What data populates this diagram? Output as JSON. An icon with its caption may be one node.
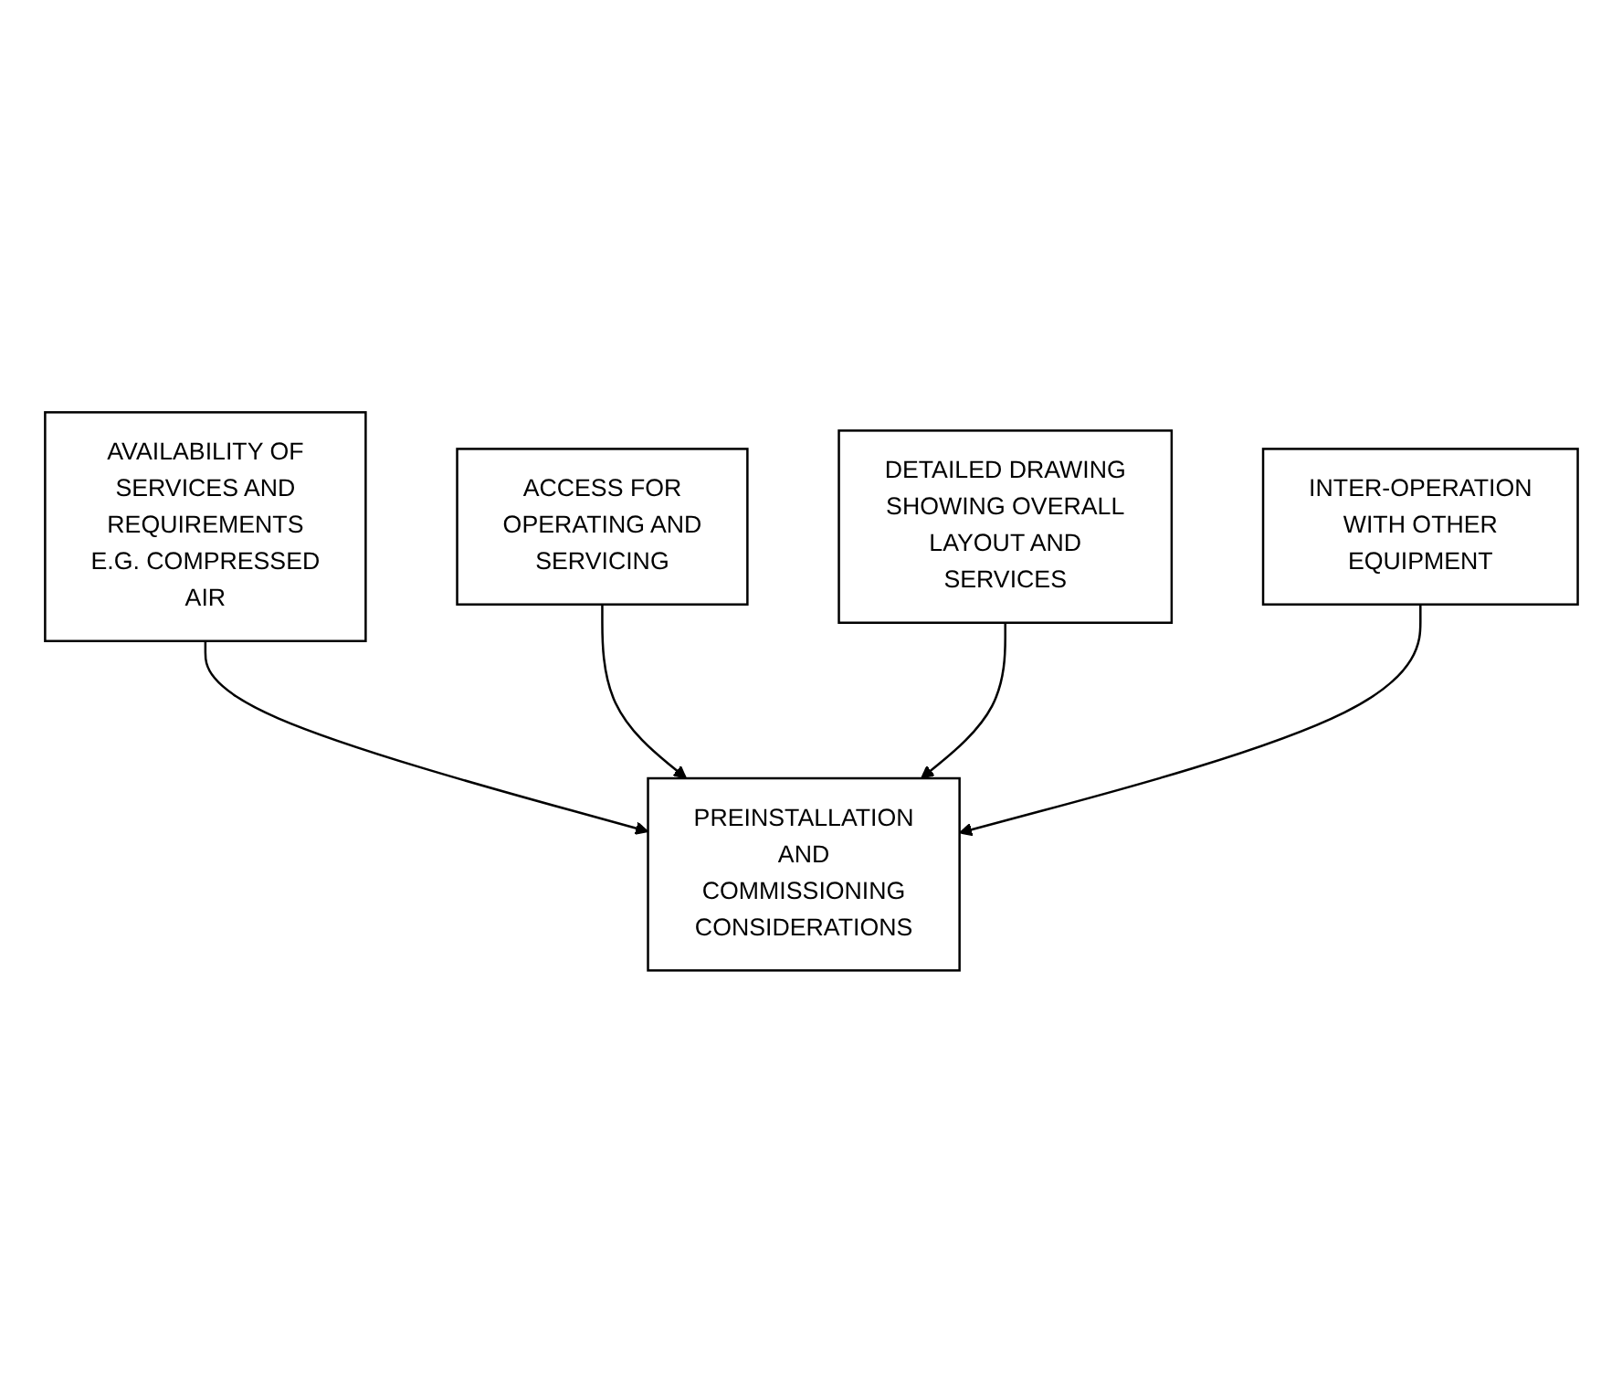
{
  "diagram": {
    "nodes": [
      {
        "text": [
          "AVAILABILITY OF SERVICES AND REQUIREMENTS E.G. COMPRESSED AIR"
        ]
      },
      {
        "text": [
          "ACCESS FOR OPERATING AND SERVICING"
        ]
      },
      {
        "text": [
          "PREINSTALLATION AND COMMISSIONING CONSIDERATIONS"
        ]
      },
      {
        "text": [
          "DETAILED DRAWING SHOWING OVERALL LAYOUT AND SERVICES"
        ]
      },
      {
        "text": [
          "INTER-OPERATION WITH OTHER EQUIPMENT"
        ]
      }
    ],
    "edges": [
      {
        "from": 0,
        "to": 2,
        "arrow": "to"
      },
      {
        "from": 1,
        "to": 2,
        "arrow": "to"
      },
      {
        "from": 3,
        "to": 2,
        "arrow": "to"
      },
      {
        "from": 4,
        "to": 2,
        "arrow": "to"
      }
    ]
  }
}
